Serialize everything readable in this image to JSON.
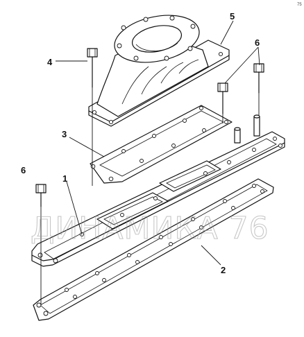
{
  "diagram": {
    "callouts": {
      "c1": "1",
      "c2": "2",
      "c3": "3",
      "c4": "4",
      "c5": "5",
      "c6_top": "6",
      "c6_left": "6"
    },
    "watermark": "ДИНАМИКА 76",
    "corner_mark": "75"
  }
}
